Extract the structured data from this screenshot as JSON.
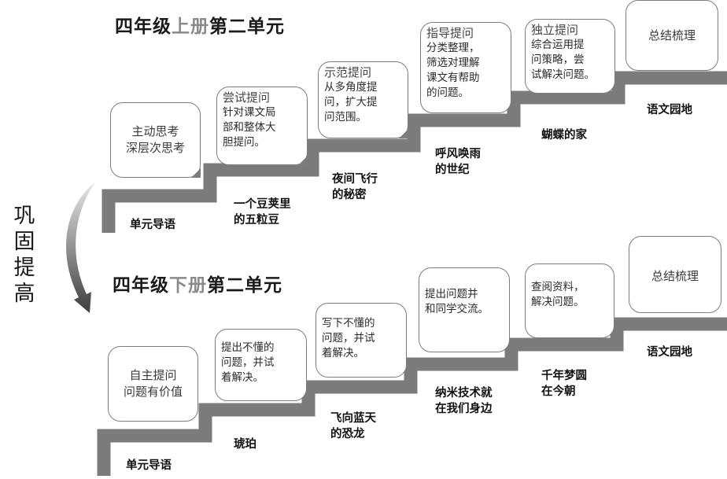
{
  "top": {
    "title_pre": "四年级",
    "title_hl": "上册",
    "title_post": "第二单元",
    "cards": [
      {
        "head": "",
        "body": "主动思考\n深层次思考"
      },
      {
        "head": "尝试提问",
        "body": "针对课文局\n部和整体大\n胆提问。"
      },
      {
        "head": "示范提问",
        "body": "从多角度提\n问，扩大提\n问范围。"
      },
      {
        "head": "指导提问",
        "body": "分类整理，\n筛选对理解\n课文有帮助\n的问题。"
      },
      {
        "head": "独立提问",
        "body": "综合运用提\n问策略，尝\n试解决问题。"
      },
      {
        "head": "",
        "body": "总结梳理"
      }
    ],
    "steps": [
      "单元导语",
      "一个豆荚里\n的五粒豆",
      "夜间飞行\n的秘密",
      "呼风唤雨\n的世纪",
      "蝴蝶的家",
      "语文园地"
    ]
  },
  "side_label": "巩固提高",
  "bottom": {
    "title_pre": "四年级",
    "title_hl": "下册",
    "title_post": "第二单元",
    "cards": [
      {
        "head": "",
        "body": "自主提问\n问题有价值"
      },
      {
        "head": "",
        "body": "提出不懂的\n问题，并试\n着解决。"
      },
      {
        "head": "",
        "body": "写下不懂的\n问题，并试\n着解决。"
      },
      {
        "head": "",
        "body": "提出问题并\n和同学交流。"
      },
      {
        "head": "",
        "body": "查阅资料，\n解决问题。"
      },
      {
        "head": "",
        "body": "总结梳理"
      }
    ],
    "steps": [
      "单元导语",
      "琥珀",
      "飞向蓝天\n的恐龙",
      "纳米技术就\n在我们身边",
      "千年梦圆\n在今朝",
      "语文园地"
    ]
  },
  "colors": {
    "stair": "#7b7b7b",
    "card_border": "#7d7d7d",
    "highlight": "#8a8a8a"
  }
}
